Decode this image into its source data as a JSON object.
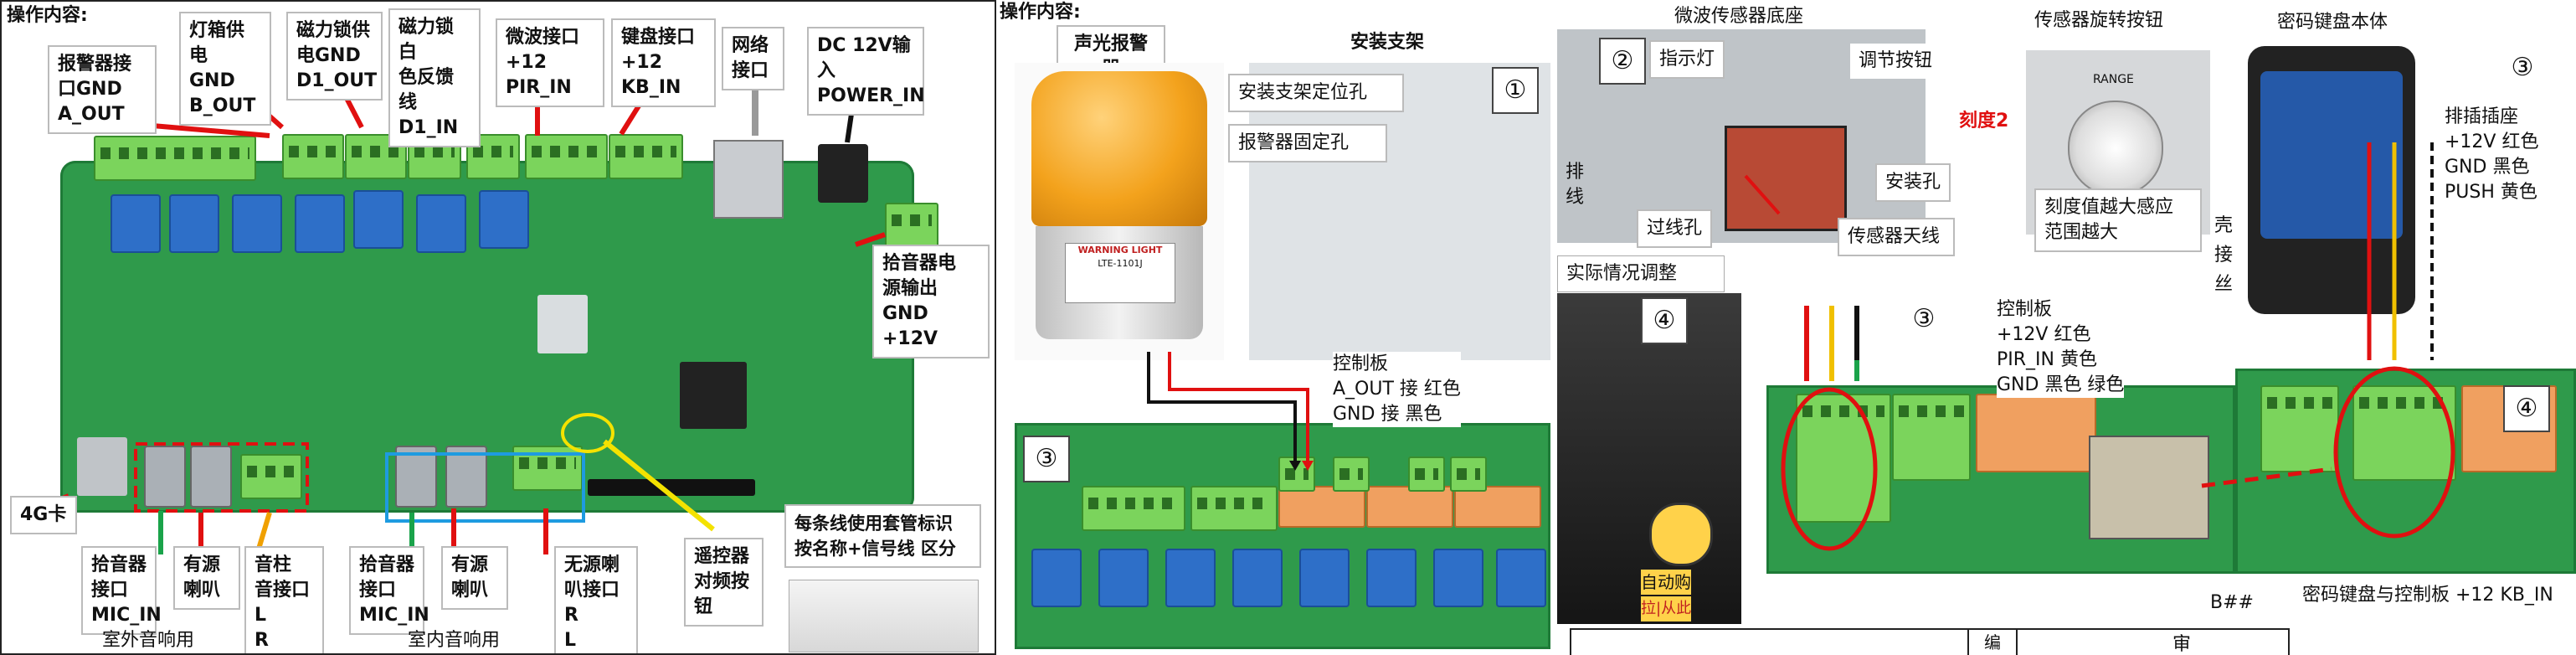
{
  "panel1": {
    "section_title": "操作内容:",
    "labels": {
      "alarm_iface": "报警器接\n口GND\nA_OUT",
      "lightbox_power": "灯箱供电\nGND\nB_OUT",
      "maglock_power": "磁力锁供\n电GND\nD1_OUT",
      "maglock_feedback": "磁力锁白\n色反馈线\nD1_IN",
      "microwave_iface": "微波接口\n+12 PIR_IN",
      "keypad_iface": "键盘接口\n+12 KB_IN",
      "network_iface": "网络\n接口",
      "dc_input": "DC 12V输入\nPOWER_IN",
      "pickup_power": "拾音器电\n源输出\nGND  +12V",
      "sim_card": "4G卡",
      "pickup_mic_outdoor": "拾音器\n接口\nMIC_IN",
      "active_speaker_outdoor": "有源\n喇叭",
      "column_speaker": "音柱\n音接口L\nR",
      "pickup_mic_indoor": "拾音器\n接口\nMIC_IN",
      "active_speaker_indoor": "有源\n喇叭",
      "passive_speaker": "无源喇\n叭接口R\nL",
      "remote_pair": "遥控器\n对频按\n钮",
      "wiring_note": "每条线使用套管标识\n按名称+信号线 区分"
    },
    "captions": {
      "outdoor": "室外音响用",
      "indoor": "室内音响用"
    }
  },
  "panel2": {
    "section_title": "操作内容:",
    "alarm_header": "声光报警器",
    "bracket_header": "安装支架",
    "beacon_label": "WARNING LIGHT",
    "beacon_model": "LTE-1101J",
    "bracket_hole": "安装支架定位孔",
    "alarm_hole": "报警器固定孔",
    "circled_1": "①",
    "circled_3": "③",
    "control_note": "控制板\nA_OUT 接 红色\nGND    接 黑色"
  },
  "panel3": {
    "sensor_base_title": "微波传感器底座",
    "knob_title": "传感器旋转按钮",
    "keypad_title": "密码键盘本体",
    "circled_2": "②",
    "circled_3a": "③",
    "circled_3b": "③",
    "circled_4a": "④",
    "circled_4b": "④",
    "indicator": "指示灯",
    "adjust_btn": "调节按钮",
    "scale": "刻度2",
    "wire_row": "排线",
    "mount_hole": "安装孔",
    "via_hole": "过线孔",
    "antenna": "传感器天线",
    "range_label": "RANGE",
    "range_note": "刻度值越大感应\n范围越大",
    "connector_note": "排插插座\n+12V    红色\nGND    黑色\nPUSH   黄色",
    "side_text_1": "壳",
    "side_text_2": "接",
    "side_text_3": "丝",
    "adjust_per_site": "实际情况调整",
    "control_note": "控制板\n+12V   红色\nPIR_IN  黄色\nGND    黑色 绿色",
    "keypad_to_board": "密码键盘与控制板 +12  KB_IN",
    "b_marker": "B##",
    "table_hdr_1": "编",
    "table_hdr_2": "审",
    "bubble_text": "自动购",
    "bubble_sub": "拉|从此"
  },
  "colors": {
    "pcb": "#2f9a4b",
    "relay": "#2e6fc8",
    "terminal_green": "#7bd45c",
    "terminal_orange": "#f0a060",
    "arrow_red": "#e01010",
    "arrow_yellow": "#f0c000",
    "arrow_green": "#1aa34a",
    "box_red_dash": "#e01010",
    "box_blue": "#1e9be0",
    "circle_yellow": "#f4e200"
  }
}
